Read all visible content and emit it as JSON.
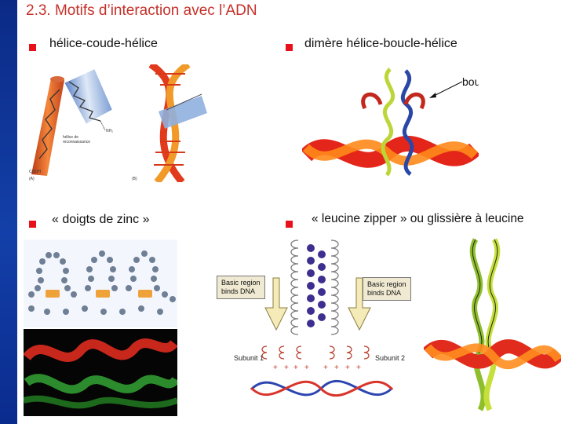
{
  "slide": {
    "title": "2.3. Motifs d’interaction avec l’ADN",
    "accent_color": "#c5312a",
    "bullet_color": "#e8111b",
    "sidebar_color": "#1340a8"
  },
  "sections": {
    "hth": {
      "label": "hélice-coude-hélice",
      "annotations": {
        "nh2": "NH₂",
        "cooh": "COOH",
        "recognition_helix": "hélice de\nreconnaissance",
        "panel_a": "(A)",
        "panel_b": "(B)"
      }
    },
    "hlh": {
      "label": "dimère hélice-boucle-hélice",
      "callout": "boucle"
    },
    "zinc": {
      "label": "« doigts de zinc »"
    },
    "leucine": {
      "label": "« leucine zipper » ou glissière à leucine",
      "basic_region_left": "Basic region\nbinds DNA",
      "basic_region_right": "Basic region\nbinds DNA",
      "subunit1": "Subunit 1",
      "subunit2": "Subunit 2"
    }
  },
  "icons": [
    "square-bullet-icon",
    "protein-helix-icon",
    "dna-double-helix-icon",
    "arrow-icon"
  ]
}
